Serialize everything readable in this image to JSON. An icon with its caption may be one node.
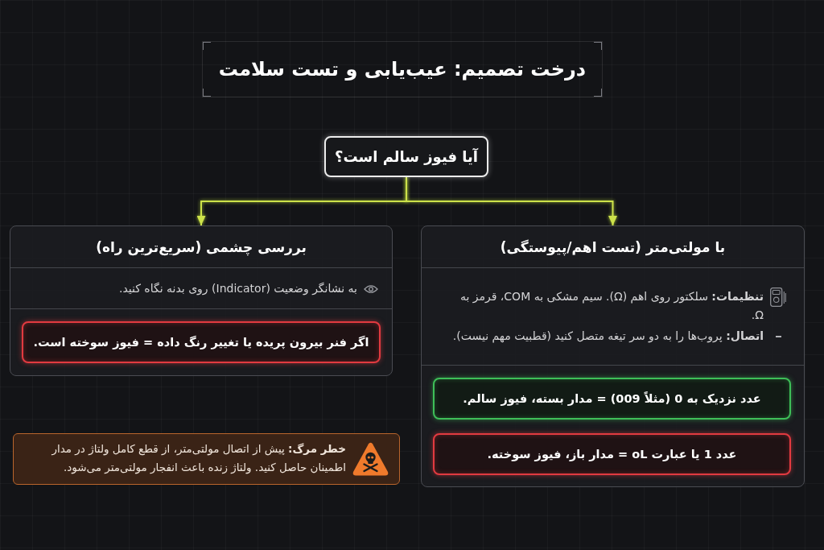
{
  "diagram": {
    "title": "درخت تصمیم: عیب‌یابی و تست سلامت",
    "nodes": [
      {
        "text": [
          "آیا فیوز سالم است؟"
        ]
      },
      {
        "text": [
          "بررسی چشمی (سریع‌ترین راه)",
          "به نشانگر وضعیت (Indicator) روی بدنه نگاه کنید."
        ]
      },
      {
        "text": [
          "اگر فنر بیرون پریده یا تغییر رنگ داده = فیوز سوخته است."
        ],
        "in": 1
      },
      {
        "text": [
          "با مولتی‌متر (تست اهم/پیوستگی)",
          "**تنظیمات:** سلکتور روی اهم (Ω). سیم مشکی به COM، قرمز به Ω.",
          "**اتصال:** پروب‌ها را به دو سر تیغه متصل کنید (قطبیت مهم نیست)."
        ]
      },
      {
        "text": [
          "عدد نزدیک به 0 (مثلاً 009) = مدار بسته، فیوز سالم."
        ],
        "in": 3
      },
      {
        "text": [
          "عدد 1 یا عبارت oL = مدار باز، فیوز سوخته."
        ],
        "in": 3
      },
      {
        "text": [
          "**خطر مرگ:** پیش از اتصال مولتی‌متر، از قطع کامل ولتاژ در مدار اطمینان حاصل کنید. ولتاژ زنده باعث انفجار مولتی‌متر می‌شود."
        ]
      }
    ],
    "edges": [
      {
        "from": 0,
        "to": 1,
        "arrow": "to"
      },
      {
        "from": 0,
        "to": 3,
        "arrow": "to"
      }
    ]
  }
}
